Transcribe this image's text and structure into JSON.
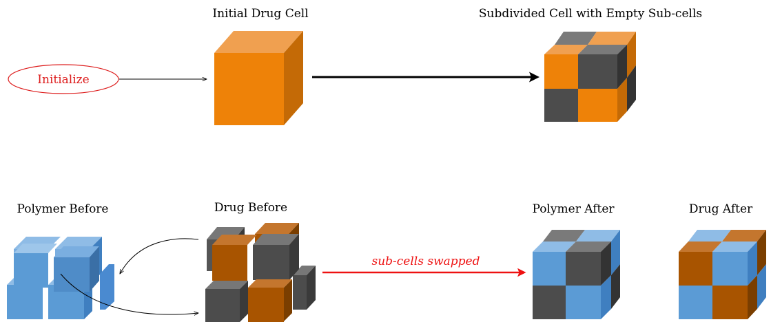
{
  "labels": {
    "initial_drug_cell": "Initial Drug Cell",
    "subdivided_cell": "Subdivided Cell with Empty Sub-cells",
    "polymer_before": "Polymer Before",
    "drug_before": "Drug Before",
    "polymer_after": "Polymer After",
    "drug_after": "Drug After"
  },
  "initialize_button": {
    "label": "Initialize"
  },
  "swap_arrow": {
    "label": "sub-cells swapped"
  },
  "colors": {
    "drug_orange": "#ee8208",
    "drug_dark_orange": "#a85400",
    "empty_gray": "#4c4c4c",
    "polymer_blue": "#5b9bd5",
    "swap_red": "#ee1111",
    "initialize_red": "#dd1c1c"
  }
}
